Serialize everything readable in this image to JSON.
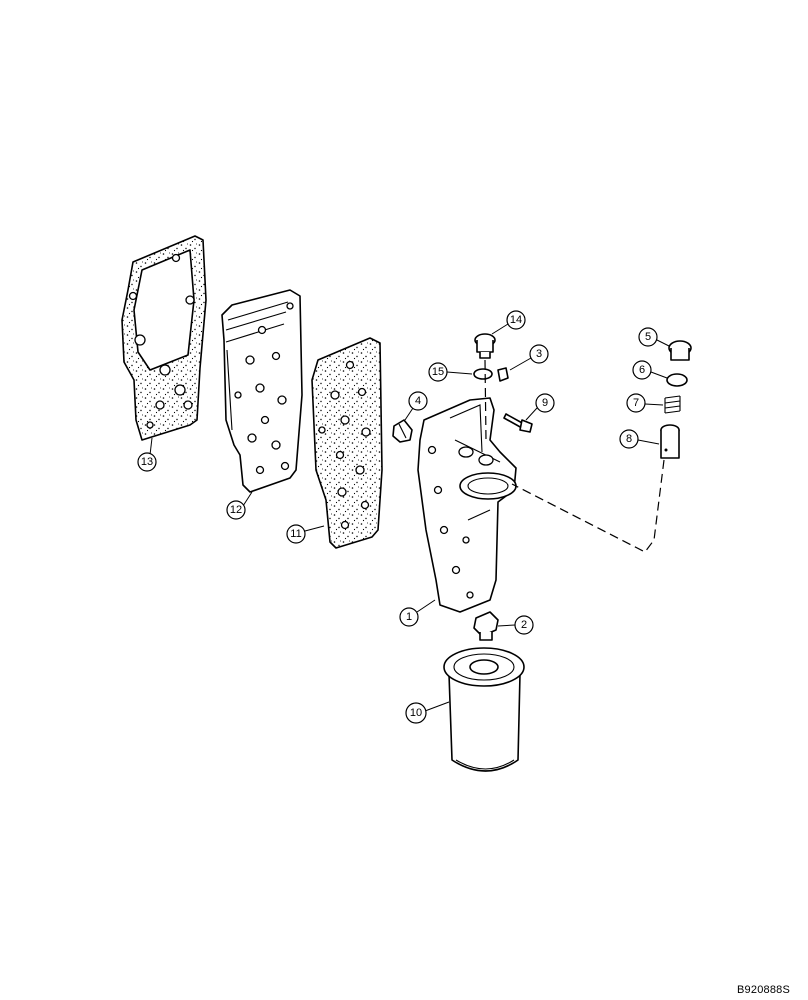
{
  "drawing_code": "B920888S",
  "callouts": [
    {
      "id": "callout-1",
      "label": "1"
    },
    {
      "id": "callout-2",
      "label": "2"
    },
    {
      "id": "callout-3",
      "label": "3"
    },
    {
      "id": "callout-4",
      "label": "4"
    },
    {
      "id": "callout-5",
      "label": "5"
    },
    {
      "id": "callout-6",
      "label": "6"
    },
    {
      "id": "callout-7",
      "label": "7"
    },
    {
      "id": "callout-8",
      "label": "8"
    },
    {
      "id": "callout-9",
      "label": "9"
    },
    {
      "id": "callout-10",
      "label": "10"
    },
    {
      "id": "callout-11",
      "label": "11"
    },
    {
      "id": "callout-12",
      "label": "12"
    },
    {
      "id": "callout-13",
      "label": "13"
    },
    {
      "id": "callout-14",
      "label": "14"
    },
    {
      "id": "callout-15",
      "label": "15"
    }
  ]
}
